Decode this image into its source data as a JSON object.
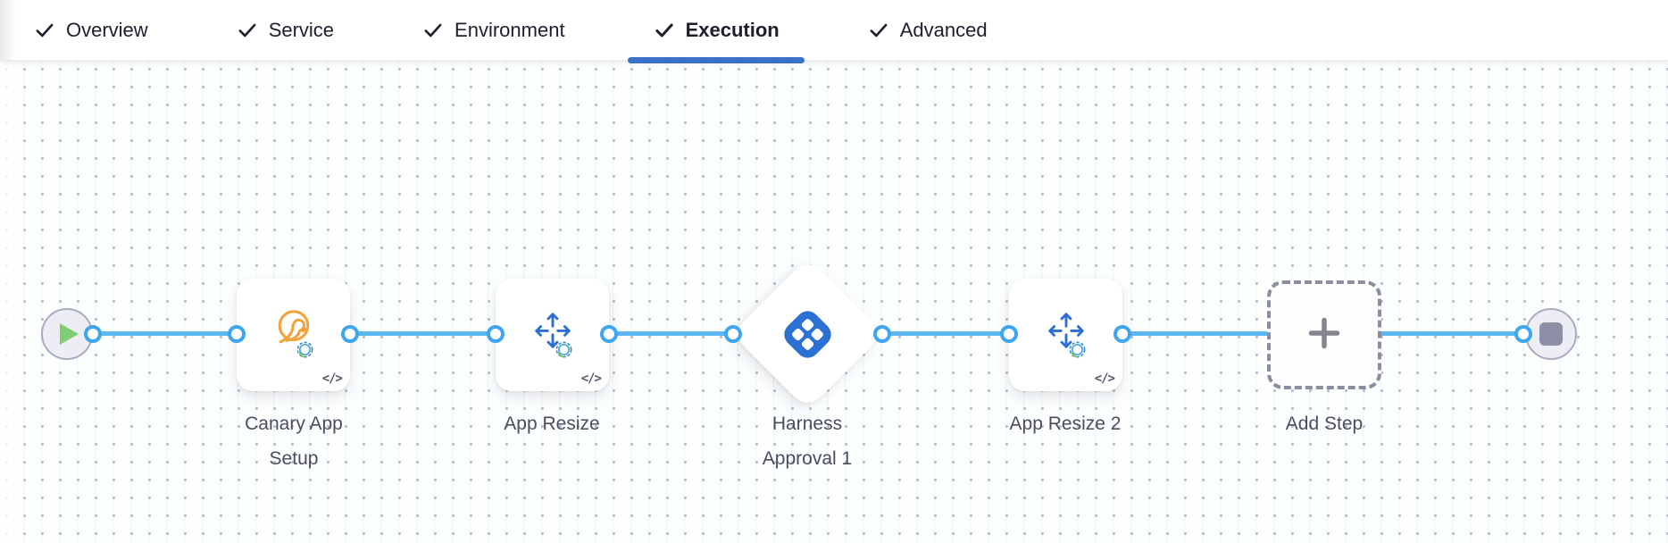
{
  "header": {
    "tabs": [
      {
        "label": "Overview",
        "state": "completed",
        "icon": "check-icon"
      },
      {
        "label": "Service",
        "state": "completed",
        "icon": "check-icon"
      },
      {
        "label": "Environment",
        "state": "completed",
        "icon": "check-icon"
      },
      {
        "label": "Execution",
        "state": "active",
        "icon": "check-icon"
      },
      {
        "label": "Advanced",
        "state": "completed",
        "icon": "check-icon"
      }
    ]
  },
  "pipeline": {
    "nodes": [
      {
        "id": "start",
        "type": "start",
        "icon": "play-icon"
      },
      {
        "id": "canary-app-setup",
        "type": "step",
        "label": "Canary App Setup",
        "icon": "canary-bird-icon",
        "gear_icon": "gear-icon",
        "code_badge": "</>"
      },
      {
        "id": "app-resize",
        "type": "step",
        "label": "App Resize",
        "icon": "resize-arrows-icon",
        "gear_icon": "gear-icon",
        "code_badge": "</>"
      },
      {
        "id": "harness-approval-1",
        "type": "approval",
        "label": "Harness Approval 1",
        "icon": "harness-approval-icon"
      },
      {
        "id": "app-resize-2",
        "type": "step",
        "label": "App Resize 2",
        "icon": "resize-arrows-icon",
        "gear_icon": "gear-icon",
        "code_badge": "</>"
      },
      {
        "id": "add-step",
        "type": "add",
        "label": "Add Step",
        "icon": "plus-icon"
      },
      {
        "id": "end",
        "type": "end",
        "icon": "stop-icon"
      }
    ]
  },
  "colors": {
    "connector": "#5db7f2",
    "port_ring": "#40a5ef",
    "active_tab_underline": "#3a72c9",
    "approval_blue": "#2d70d3",
    "canary_orange": "#f1a33c",
    "arrow_blue": "#2e6fd3",
    "node_label": "#4c4c5e",
    "tab_text": "#1e1e2d",
    "start_play_green": "#7fcf72",
    "end_stop_gray": "#8e8ea6"
  }
}
